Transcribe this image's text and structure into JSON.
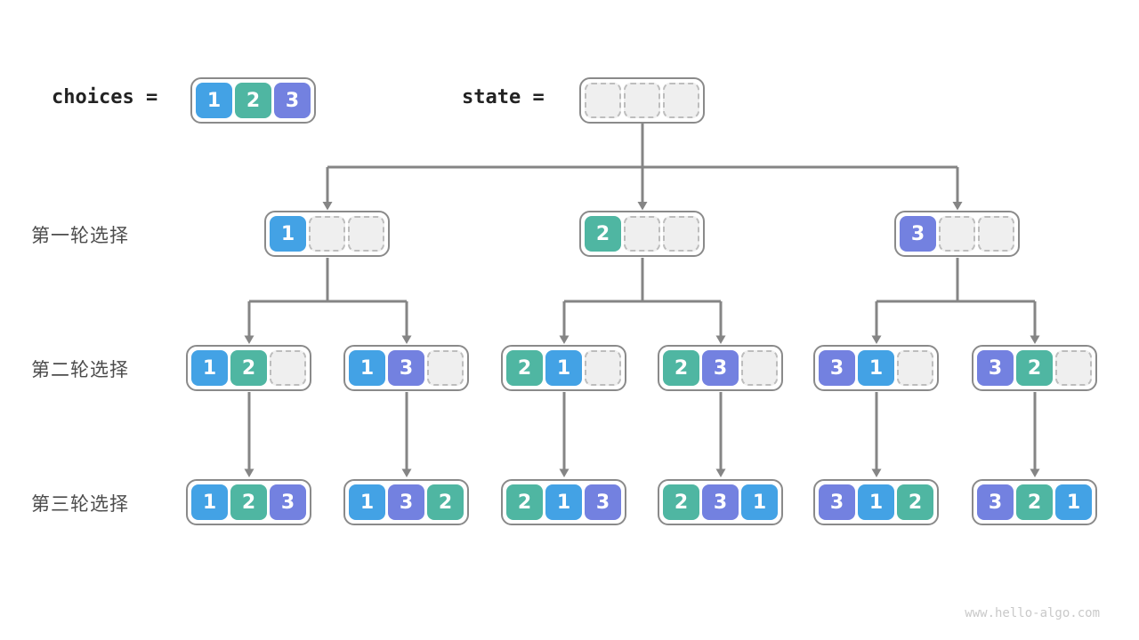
{
  "header": {
    "choices_label": "choices =",
    "state_label": "state =",
    "choices_cells": [
      1,
      2,
      3
    ],
    "state_cells": []
  },
  "rows": [
    {
      "label": "第一轮选择",
      "boxes": [
        [
          1
        ],
        [
          2
        ],
        [
          3
        ]
      ]
    },
    {
      "label": "第二轮选择",
      "boxes": [
        [
          1,
          2
        ],
        [
          1,
          3
        ],
        [
          2,
          1
        ],
        [
          2,
          3
        ],
        [
          3,
          1
        ],
        [
          3,
          2
        ]
      ]
    },
    {
      "label": "第三轮选择",
      "boxes": [
        [
          1,
          2,
          3
        ],
        [
          1,
          3,
          2
        ],
        [
          2,
          1,
          3
        ],
        [
          2,
          3,
          1
        ],
        [
          3,
          1,
          2
        ],
        [
          3,
          2,
          1
        ]
      ]
    }
  ],
  "colors": {
    "cell_1": "#43a2e5",
    "cell_2": "#4fb6a2",
    "cell_3": "#7381e0",
    "empty_cell_bg": "#efefef",
    "empty_cell_border": "#bdbdbd",
    "box_border": "#8a8a8a",
    "arrow": "#858585",
    "label_text": "#4c4c4c"
  },
  "cells_per_box": 3,
  "watermark": "www.hello-algo.com"
}
